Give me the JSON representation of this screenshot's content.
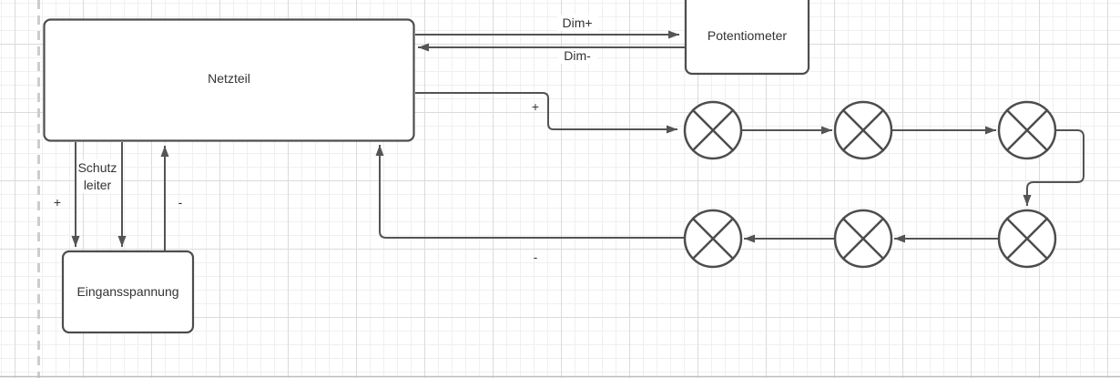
{
  "diagram": {
    "nodes": {
      "netzteil": {
        "label": "Netzteil"
      },
      "potentiometer": {
        "label": "Potentiometer"
      },
      "eingansspannung": {
        "label": "Eingansspannung"
      }
    },
    "edge_labels": {
      "dim_plus": "Dim+",
      "dim_minus": "Dim-",
      "supply_plus": "+",
      "supply_minus": "-",
      "schutzleiter_line1": "Schutz",
      "schutzleiter_line2": "leiter",
      "input_plus": "+",
      "input_minus": "-"
    },
    "lamp_count": 6,
    "colors": {
      "shape_stroke": "#4d4d4d",
      "connector_stroke": "#545454",
      "text": "#333333",
      "grid_minor": "#f0f0f0",
      "grid_major": "#dbdbdb",
      "page_guide": "#cdcdcd",
      "background": "#ffffff"
    }
  }
}
